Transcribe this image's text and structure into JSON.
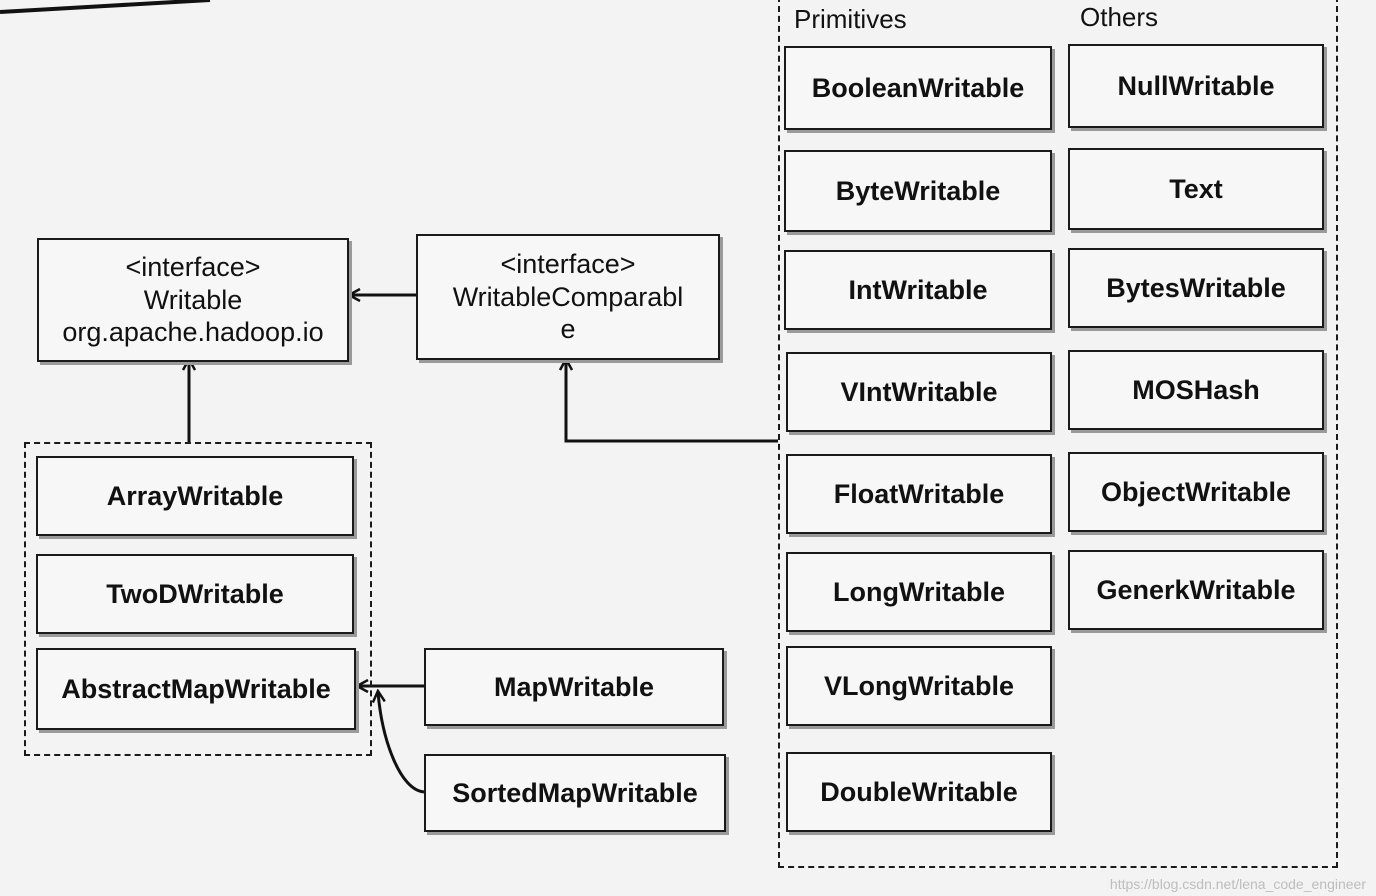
{
  "interfaces": {
    "writable": {
      "stereotype": "<interface>",
      "name": "Writable",
      "package": "org.apache.hadoop.io"
    },
    "writable_comparable": {
      "stereotype": "<interface>",
      "name_line1": "WritableComparabl",
      "name_line2": "e"
    }
  },
  "left_group": [
    "ArrayWritable",
    "TwoDWritable",
    "AbstractMapWritable"
  ],
  "map_classes": [
    "MapWritable",
    "SortedMapWritable"
  ],
  "headers": {
    "primitives": "Primitives",
    "others": "Others"
  },
  "primitives": [
    "BooleanWritable",
    "ByteWritable",
    "IntWritable",
    "VIntWritable",
    "FloatWritable",
    "LongWritable",
    "VLongWritable",
    "DoubleWritable"
  ],
  "others": [
    "NullWritable",
    "Text",
    "BytesWritable",
    "MOSHash",
    "ObjectWritable",
    "GenerkWritable"
  ],
  "watermark": "https://blog.csdn.net/lena_code_engineer"
}
